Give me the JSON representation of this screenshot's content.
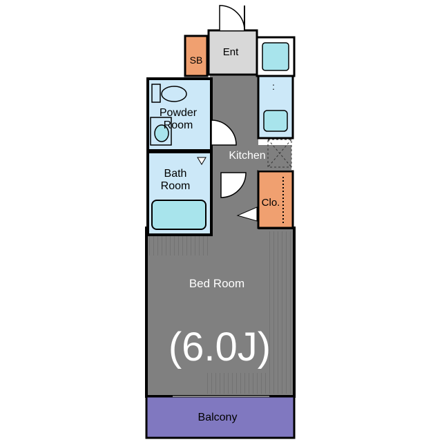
{
  "labels": {
    "sb": "SB",
    "entrance": "Ent",
    "powder_room_1": "Powder",
    "powder_room_2": "Room",
    "kitchen": "Kitchen",
    "bath_room_1": "Bath",
    "bath_room_2": "Room",
    "closet": "Clo.",
    "bed_room": "Bed Room",
    "size": "(6.0J)",
    "balcony": "Balcony"
  },
  "colors": {
    "wall": "#000000",
    "floor_dark": "#808080",
    "wet_area": "#cce8f8",
    "fixture": "#a8e4ec",
    "storage": "#f0a070",
    "entrance": "#d8d8d8",
    "balcony": "#8078c0"
  }
}
